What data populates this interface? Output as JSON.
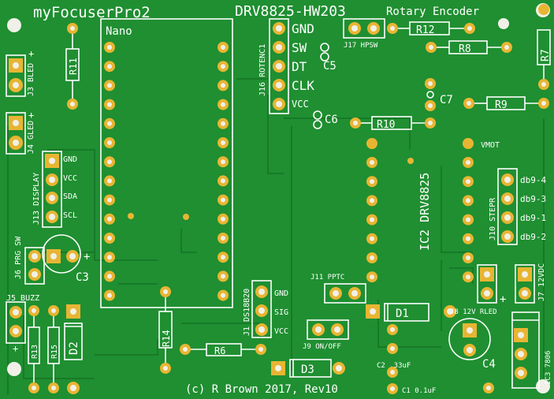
{
  "board": {
    "title": "myFocuserPro2",
    "subtitle": "DRV8825-HW203",
    "rotary_title": "Rotary Encoder",
    "copyright": "(c) R Brown 2017, Rev10"
  },
  "nano": {
    "label": "Nano"
  },
  "rotary": {
    "ref": "J16 ROTENC1",
    "pins": [
      "GND",
      "SW",
      "DT",
      "CLK",
      "VCC"
    ]
  },
  "display": {
    "ref": "J13 DISPLAY",
    "pins": [
      "GND",
      "VCC",
      "SDA",
      "SCL"
    ]
  },
  "stepper": {
    "ref": "J10 STEPR",
    "pins": [
      "db9-4",
      "db9-3",
      "db9-1",
      "db9-2"
    ]
  },
  "sensor": {
    "ref": "J1 DS18B20",
    "pins": [
      "GND",
      "SIG",
      "VCC"
    ]
  },
  "driver": {
    "ref": "IC2 DRV8825",
    "vmot": "VMOT"
  },
  "labels": {
    "j3": "J3 BLED",
    "j4": "J4 GLED",
    "j6": "J6 PRG SW",
    "j5": "J5 BUZZ",
    "j17": "J17 HPSW",
    "j11": "J11 PPTC",
    "j9": "J9 ON/OFF",
    "j8": "J8 12V RLED",
    "j7": "J7 12VDC",
    "ic3": "IC3 7806",
    "plus": "+"
  },
  "components": {
    "r11": "R11",
    "r12": "R12",
    "r8": "R8",
    "r7": "R7",
    "r9": "R9",
    "r10": "R10",
    "r6": "R6",
    "r13": "R13",
    "r15": "R15",
    "r14": "R14",
    "c5": "C5",
    "c6": "C6",
    "c7": "C7",
    "c3": "C3",
    "c4": "C4",
    "c2": "C2 .33uF",
    "c1": "C1 0.1uF",
    "d1": "D1",
    "d2": "D2",
    "d3": "D3"
  }
}
